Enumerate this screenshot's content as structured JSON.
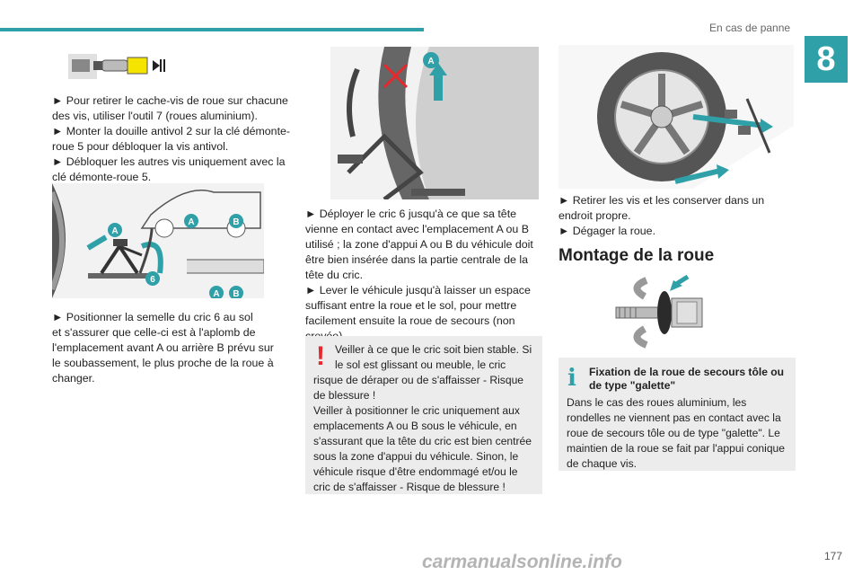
{
  "header": {
    "section_title": "En cas de panne",
    "chapter": "8"
  },
  "page_number": "177",
  "watermark": "carmanualsonline.info",
  "column1": {
    "lines": [
      "► Pour retirer le cache-vis de roue sur chacune",
      "des vis, utiliser l'outil 7 (roues aluminium).",
      "► Monter la douille antivol 2 sur la clé démonte-",
      "roue 5 pour débloquer la vis antivol.",
      "► Débloquer les autres vis uniquement avec la",
      "clé démonte-roue 5."
    ],
    "lines2": [
      "► Positionner la semelle du cric 6 au sol",
      "et s'assurer que celle-ci est à l'aplomb de",
      "l'emplacement avant A ou arrière B prévu sur",
      "le soubassement, le plus proche de la roue à",
      "changer."
    ],
    "figure_labels": {
      "a": "A",
      "b": "B",
      "six": "6"
    }
  },
  "column2": {
    "lines": [
      "► Déployer le cric 6 jusqu'à ce que sa tête",
      "vienne en contact avec l'emplacement A ou B",
      "utilisé ; la zone d'appui A ou B du véhicule doit",
      "être bien insérée dans la partie centrale de la",
      "tête du cric.",
      "► Lever le véhicule jusqu'à laisser un espace",
      "suffisant entre la roue et le sol, pour mettre",
      "facilement ensuite la roue de secours (non",
      "crevée)."
    ],
    "warning": {
      "icon": "!",
      "lines": [
        "Veiller à ce que le cric soit bien stable. Si",
        "le sol est glissant ou meuble, le cric",
        "risque de déraper ou de s'affaisser - Risque",
        "de blessure !",
        "Veiller à positionner le cric uniquement aux",
        "emplacements A ou B sous le véhicule, en",
        "s'assurant que la tête du cric est bien centrée",
        "sous la zone d'appui du véhicule. Sinon, le",
        "véhicule risque d'être endommagé et/ou le",
        "cric de s'affaisser - Risque de blessure !"
      ]
    },
    "figure_labels": {
      "a": "A"
    }
  },
  "column3": {
    "lines": [
      "► Retirer les vis et les conserver dans un",
      "endroit propre.",
      "► Dégager la roue."
    ],
    "heading": "Montage de la roue",
    "info": {
      "icon": "i",
      "title_lines": [
        "Fixation de la roue de secours tôle ou",
        "de type \"galette\""
      ],
      "lines": [
        "Dans le cas des roues aluminium, les",
        "rondelles ne viennent pas en contact avec la",
        "roue de secours tôle ou de type \"galette\". Le",
        "maintien de la roue se fait par l'appui conique",
        "de chaque vis."
      ]
    }
  },
  "colors": {
    "accent": "#2fa0a8",
    "warning": "#e6282d",
    "box": "#ececec"
  }
}
